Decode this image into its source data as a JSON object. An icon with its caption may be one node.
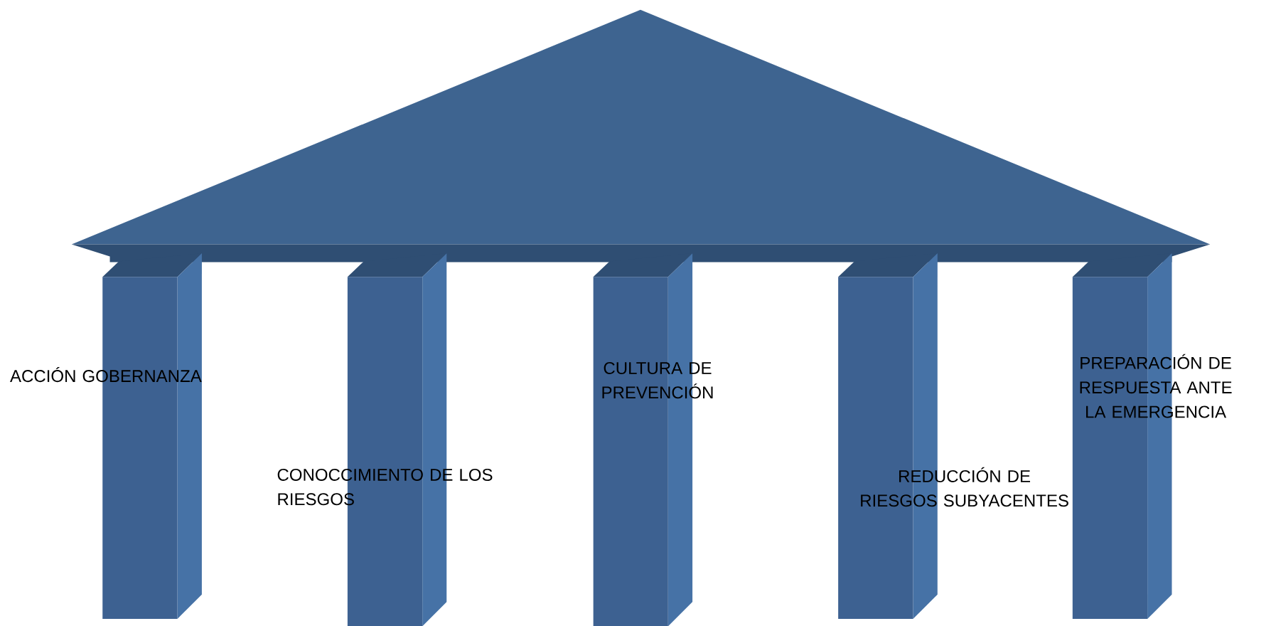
{
  "diagram": {
    "nodes": [
      {
        "text": [
          "ACCIÓN GOBERNANZA"
        ]
      },
      {
        "text": [
          "CONOCCIMIENTO DE LOS RIESGOS"
        ]
      },
      {
        "text": [
          "CULTURA DE PREVENCIÓN"
        ]
      },
      {
        "text": [
          "REDUCCIÓN DE RIESGOS SUBYACENTES"
        ]
      },
      {
        "text": [
          "PREPARACIÓN DE RESPUESTA ANTE LA EMERGENCIA"
        ]
      }
    ]
  }
}
